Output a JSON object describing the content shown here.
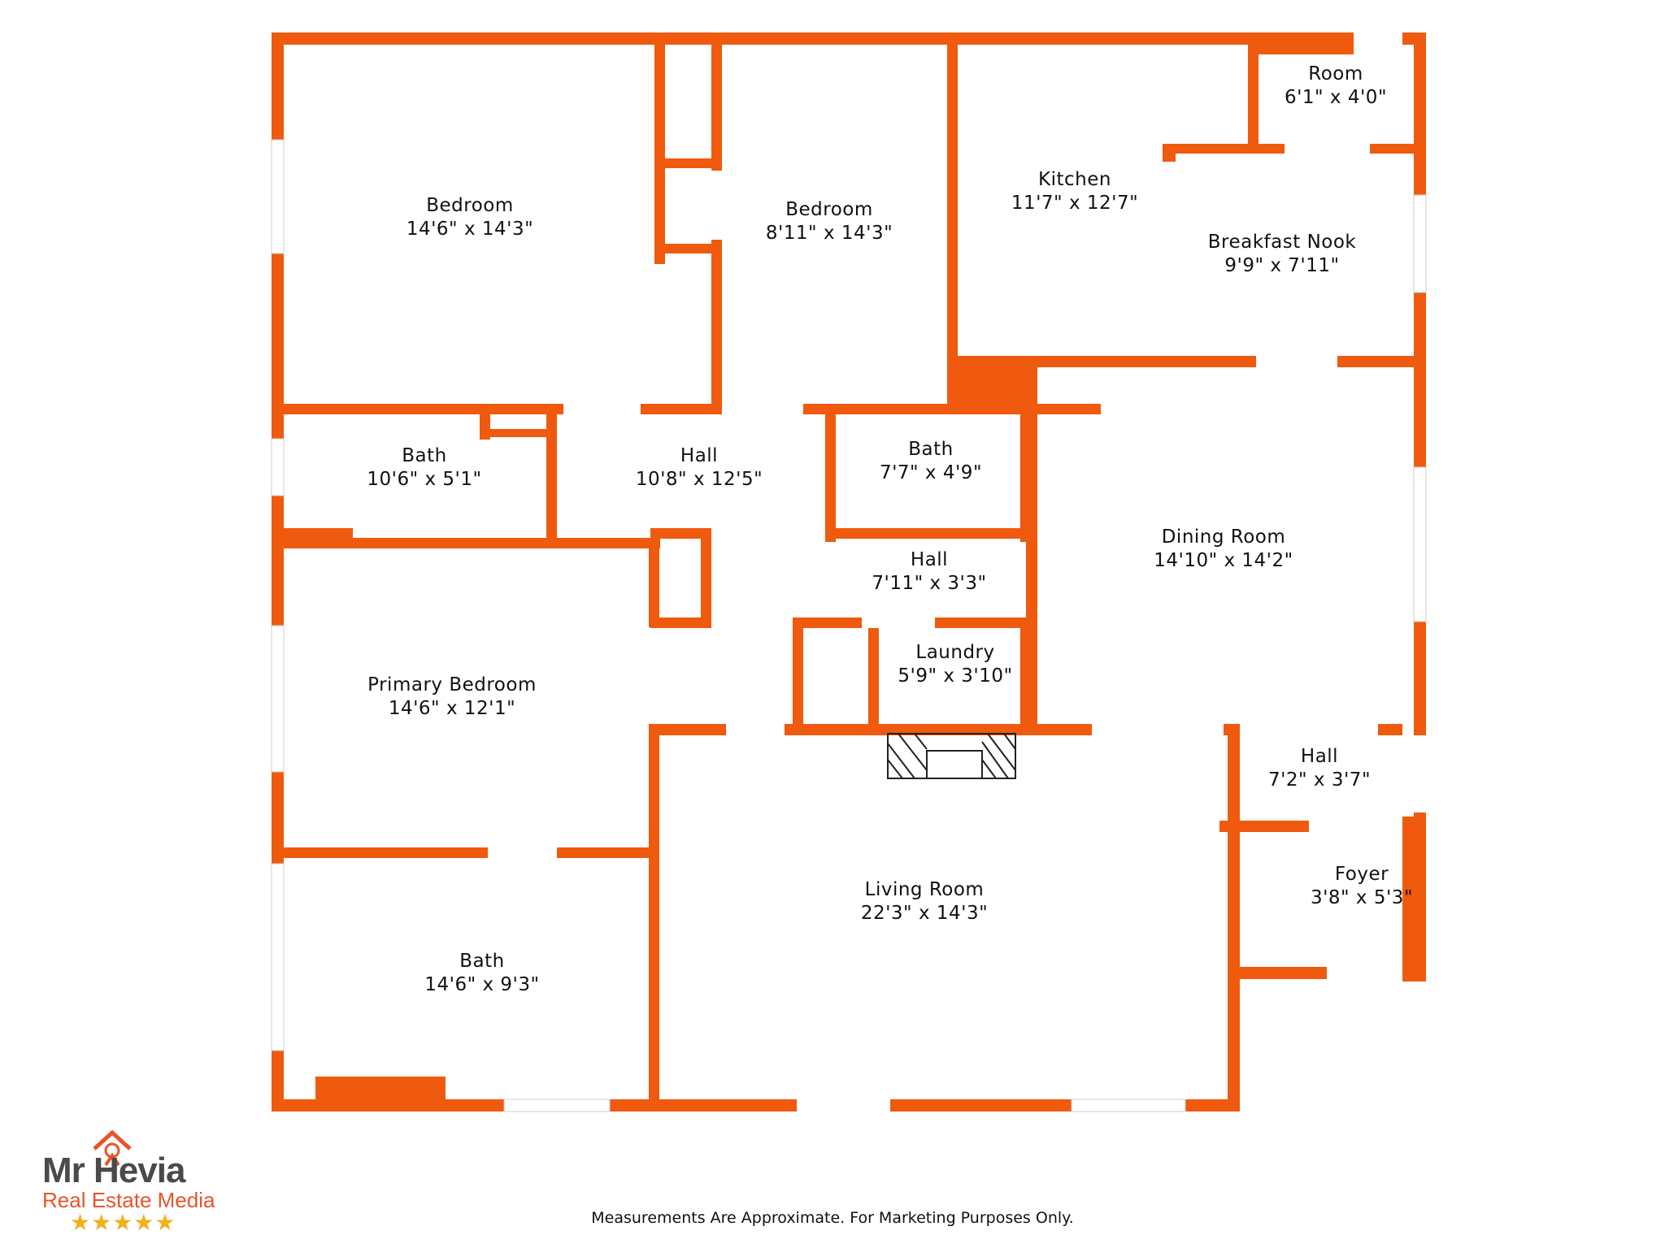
{
  "rooms": [
    {
      "name": "Bedroom",
      "dims": "14'6\" x 14'3\""
    },
    {
      "name": "Bedroom",
      "dims": "8'11\" x 14'3\""
    },
    {
      "name": "Kitchen",
      "dims": "11'7\" x 12'7\""
    },
    {
      "name": "Room",
      "dims": "6'1\" x 4'0\""
    },
    {
      "name": "Breakfast Nook",
      "dims": "9'9\" x 7'11\""
    },
    {
      "name": "Bath",
      "dims": "10'6\" x 5'1\""
    },
    {
      "name": "Hall",
      "dims": "10'8\" x 12'5\""
    },
    {
      "name": "Bath",
      "dims": "7'7\" x 4'9\""
    },
    {
      "name": "Dining Room",
      "dims": "14'10\" x 14'2\""
    },
    {
      "name": "Hall",
      "dims": "7'11\" x 3'3\""
    },
    {
      "name": "Primary Bedroom",
      "dims": "14'6\" x 12'1\""
    },
    {
      "name": "Laundry",
      "dims": "5'9\" x 3'10\""
    },
    {
      "name": "Hall",
      "dims": "7'2\" x 3'7\""
    },
    {
      "name": "Foyer",
      "dims": "3'8\" x 5'3\""
    },
    {
      "name": "Living Room",
      "dims": "22'3\" x 14'3\""
    },
    {
      "name": "Bath",
      "dims": "14'6\" x 9'3\""
    }
  ],
  "disclaimer": "Measurements Are Approximate. For Marketing Purposes Only.",
  "logo": {
    "name": "Mr Hevia",
    "subtitle": "Real Estate Media",
    "stars": "★★★★★"
  },
  "colors": {
    "wall": "#F05A0E",
    "window": "#ffffff",
    "fireplace": "#222222",
    "logo_orange": "#e8542a",
    "logo_gray": "#4a4a4a",
    "star": "#f2b01e"
  }
}
